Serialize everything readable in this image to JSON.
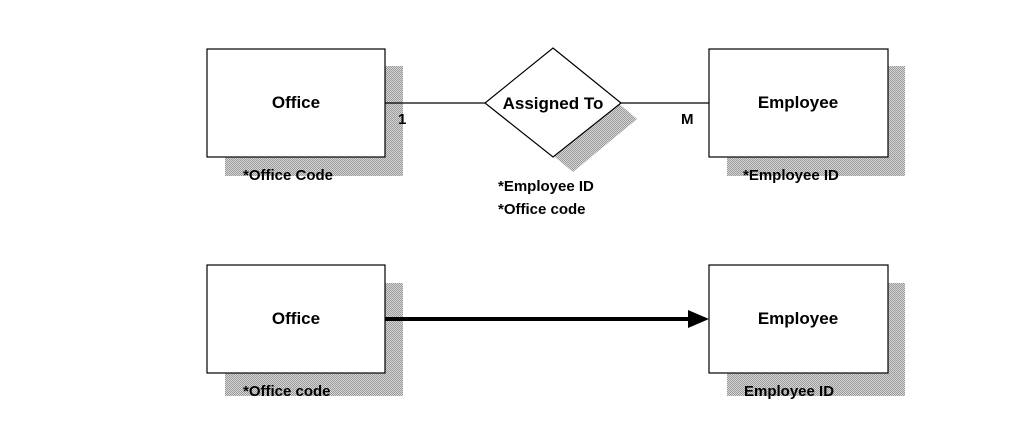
{
  "colors": {
    "background": "#ffffff",
    "stroke": "#000000",
    "shadow": "#bdbdbd"
  },
  "top_diagram": {
    "office": {
      "name": "Office",
      "key": "*Office Code"
    },
    "relationship": {
      "name": "Assigned To",
      "keys": [
        "*Employee ID",
        "*Office code"
      ]
    },
    "employee": {
      "name": "Employee",
      "key": "*Employee ID"
    },
    "cardinality_office": "1",
    "cardinality_employee": "M"
  },
  "bottom_diagram": {
    "office": {
      "name": "Office",
      "key": "*Office code"
    },
    "employee": {
      "name": "Employee",
      "key": "Employee ID"
    }
  }
}
